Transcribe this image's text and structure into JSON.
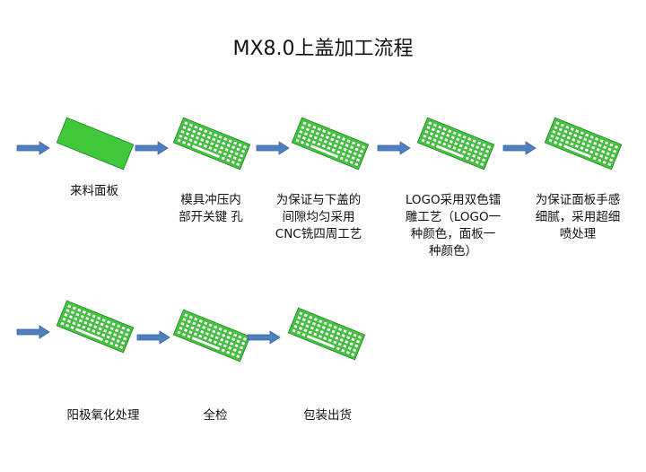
{
  "title": "MX8.0上盖加工流程",
  "colors": {
    "plate": "#3ec83a",
    "plate_edge": "#1f7d1c",
    "hole": "#ffffff",
    "arrow": "#4f7fc0",
    "arrow_edge": "#3a669e"
  },
  "icons": {
    "arrow": "right-arrow-icon",
    "plate": "keyboard-plate-icon"
  },
  "steps": [
    {
      "label": "来料面板",
      "plate": "blank"
    },
    {
      "label": "模具冲压内\n部开关键 孔",
      "plate": "holes"
    },
    {
      "label": "为保证与下盖的\n间隙均匀采用\nCNC铣四周工艺",
      "plate": "holes"
    },
    {
      "label": "LOGO采用双色镭\n雕工艺（LOGO一\n种颜色，面板一\n种颜色）",
      "plate": "holes"
    },
    {
      "label": "为保证面板手感\n细腻，采用超细\n喷处理",
      "plate": "holes"
    },
    {
      "label": "阳极氧化处理",
      "plate": "holes"
    },
    {
      "label": "全检",
      "plate": "holes"
    },
    {
      "label": "包装出货",
      "plate": "holes"
    }
  ]
}
